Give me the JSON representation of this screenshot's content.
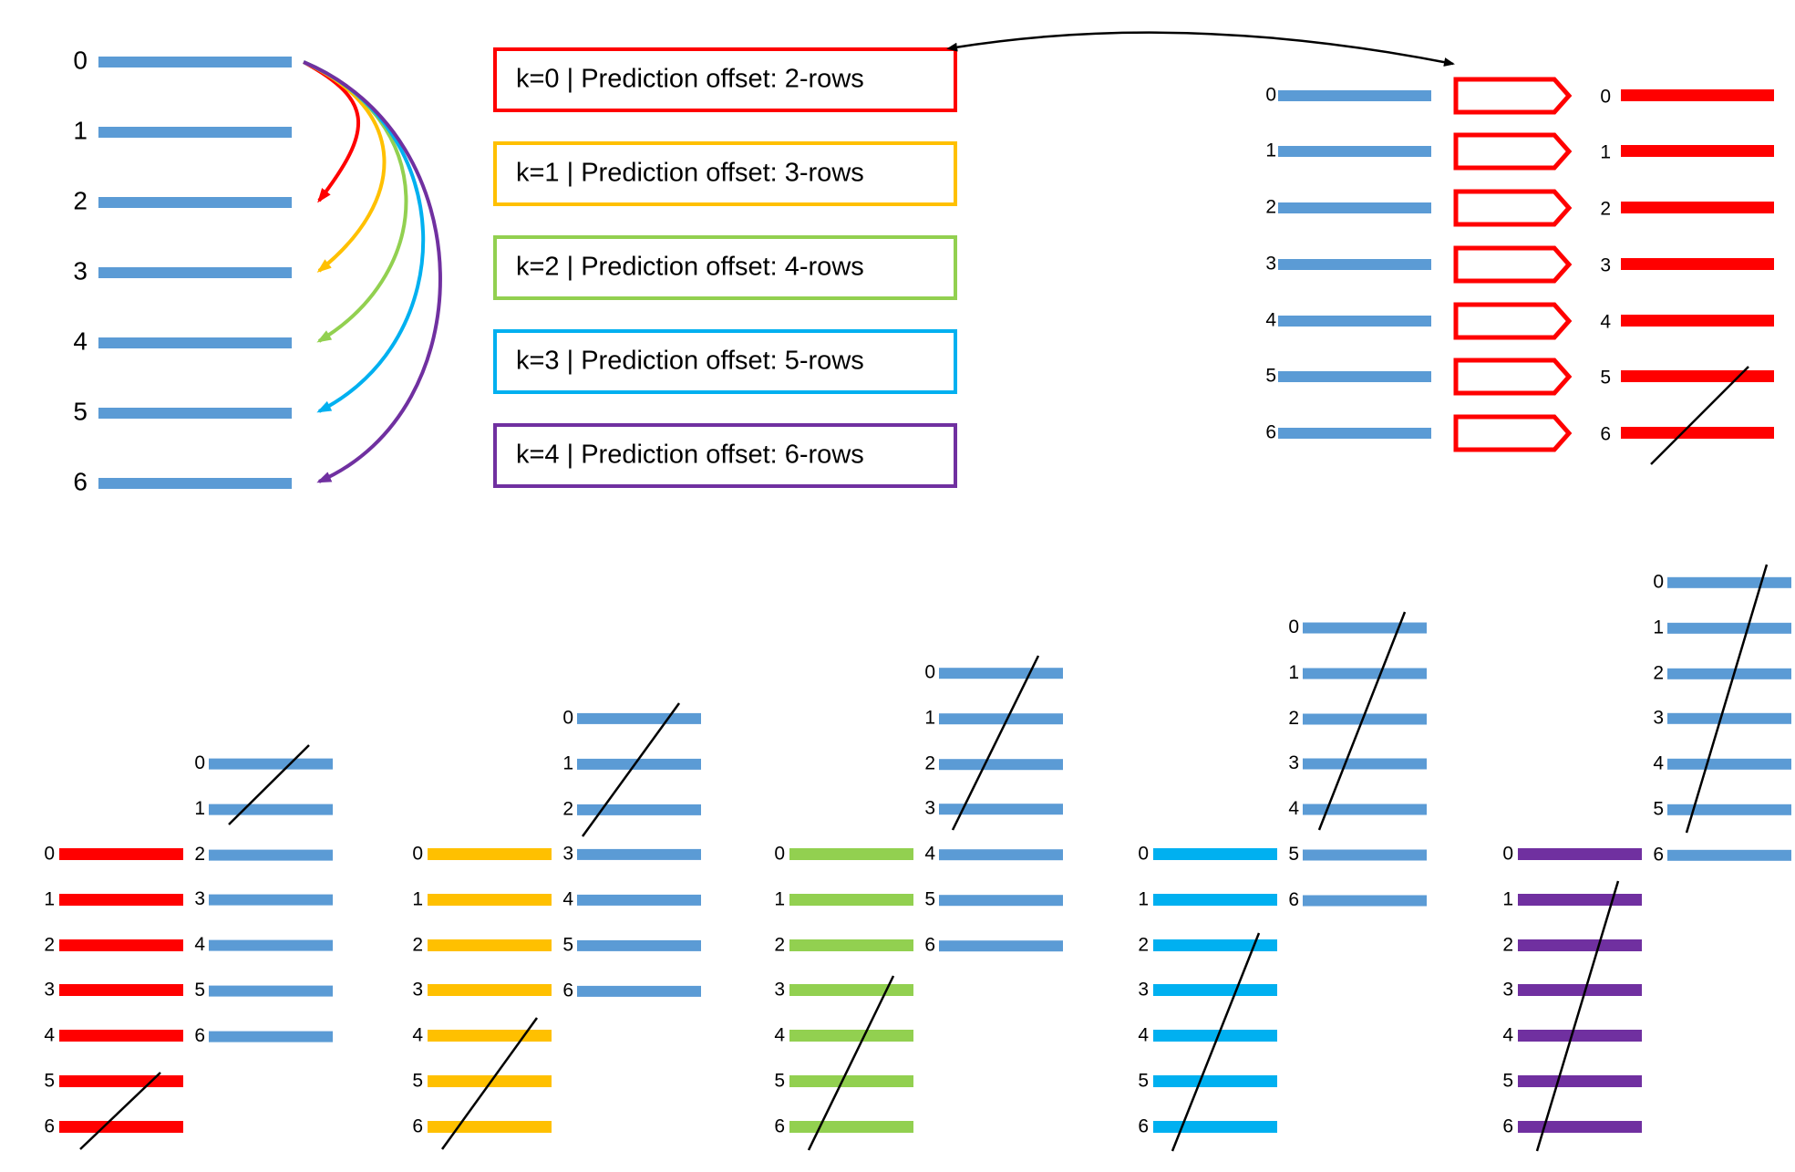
{
  "colors": {
    "source": "#5B9BD5",
    "k0": "#FF0000",
    "k1": "#FFC000",
    "k2": "#92D050",
    "k3": "#00B0F0",
    "k4": "#7030A0",
    "strike": "#000000"
  },
  "row_labels": [
    "0",
    "1",
    "2",
    "3",
    "4",
    "5",
    "6"
  ],
  "offsets": [
    {
      "k": 0,
      "label": "k=0 | Prediction offset: 2-rows",
      "offset": 2,
      "color_key": "k0"
    },
    {
      "k": 1,
      "label": "k=1 | Prediction offset: 3-rows",
      "offset": 3,
      "color_key": "k1"
    },
    {
      "k": 2,
      "label": "k=2 | Prediction offset: 4-rows",
      "offset": 4,
      "color_key": "k2"
    },
    {
      "k": 3,
      "label": "k=3 | Prediction offset: 5-rows",
      "offset": 5,
      "color_key": "k3"
    },
    {
      "k": 4,
      "label": "k=4 | Prediction offset: 6-rows",
      "offset": 6,
      "color_key": "k4"
    }
  ],
  "mapping_example": {
    "k": 0,
    "arrow_icon": "pentagon-arrow-icon",
    "strike_note": "target rows 5 and 6 struck out"
  }
}
